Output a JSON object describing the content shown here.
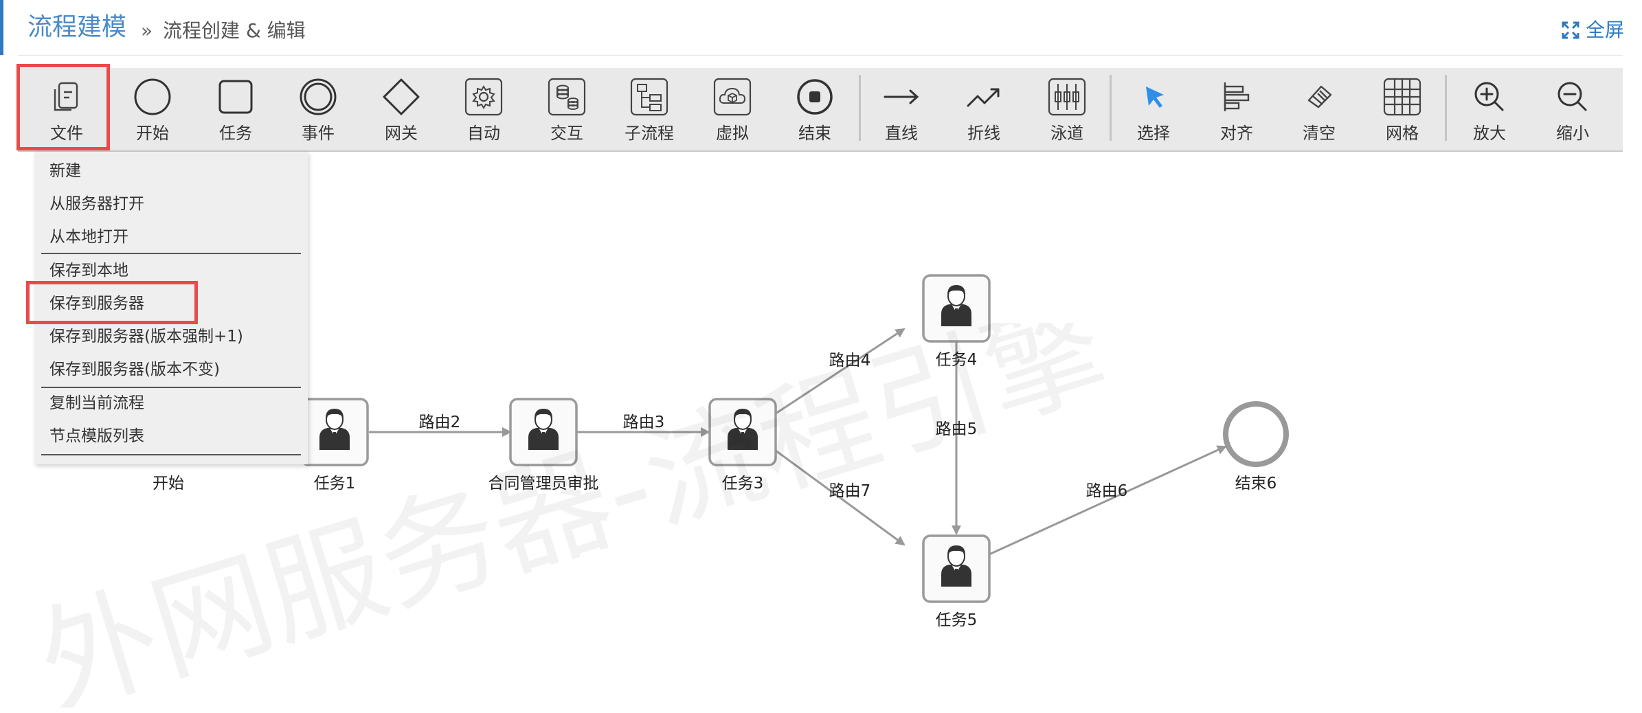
{
  "header": {
    "title": "流程建模",
    "breadcrumb_sep": "»",
    "subtitle": "流程创建 & 编辑",
    "fullscreen_label": "全屏"
  },
  "toolbar": {
    "items": [
      {
        "label": "文件",
        "icon": "file-icon"
      },
      {
        "label": "开始",
        "icon": "start-circle-icon"
      },
      {
        "label": "任务",
        "icon": "task-square-icon"
      },
      {
        "label": "事件",
        "icon": "event-double-circle-icon"
      },
      {
        "label": "网关",
        "icon": "gateway-diamond-icon"
      },
      {
        "label": "自动",
        "icon": "gear-icon"
      },
      {
        "label": "交互",
        "icon": "database-icon"
      },
      {
        "label": "子流程",
        "icon": "subprocess-icon"
      },
      {
        "label": "虚拟",
        "icon": "cloud-box-icon"
      },
      {
        "label": "结束",
        "icon": "end-circle-icon"
      },
      {
        "label": "直线",
        "icon": "arrow-right-icon"
      },
      {
        "label": "折线",
        "icon": "polyline-arrow-icon"
      },
      {
        "label": "泳道",
        "icon": "swimlane-icon"
      },
      {
        "label": "选择",
        "icon": "cursor-icon"
      },
      {
        "label": "对齐",
        "icon": "align-left-icon"
      },
      {
        "label": "清空",
        "icon": "eraser-icon"
      },
      {
        "label": "网格",
        "icon": "grid-icon"
      },
      {
        "label": "放大",
        "icon": "zoom-in-icon"
      },
      {
        "label": "缩小",
        "icon": "zoom-out-icon"
      }
    ]
  },
  "file_menu": {
    "items": [
      "新建",
      "从服务器打开",
      "从本地打开",
      "保存到本地",
      "保存到服务器",
      "保存到服务器(版本强制+1)",
      "保存到服务器(版本不变)",
      "复制当前流程",
      "节点模版列表"
    ]
  },
  "diagram": {
    "nodes": {
      "start": "开始",
      "task1": "任务1",
      "approve": "合同管理员审批",
      "task3": "任务3",
      "task4": "任务4",
      "task5": "任务5",
      "end6": "结束6"
    },
    "routes": {
      "r2": "路由2",
      "r3": "路由3",
      "r4": "路由4",
      "r5": "路由5",
      "r6": "路由6",
      "r7": "路由7"
    }
  },
  "watermark": "外网服务器-流程引擎",
  "colors": {
    "accent": "#2f79c2",
    "highlight": "#e84b4b",
    "select_icon": "#2f8fe8",
    "toolbar_bg": "#e9e9e9"
  }
}
